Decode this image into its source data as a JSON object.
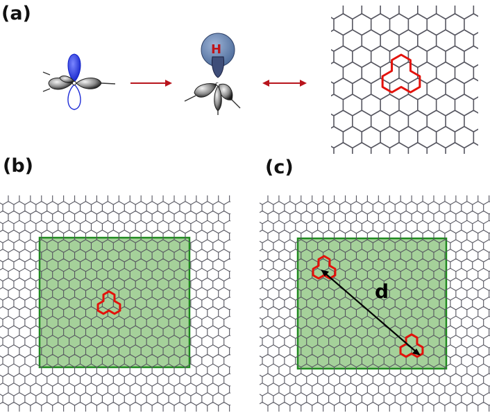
{
  "panels": {
    "a": {
      "label": "(a)"
    },
    "b": {
      "label": "(b)"
    },
    "c": {
      "label": "(c)"
    }
  },
  "orbitals": {
    "hydrogen_label": "H"
  },
  "distance_label": "d",
  "colors": {
    "lattice": "#55555f",
    "defect": "#e3120b",
    "region_fill": "#a5d19a",
    "region_border": "#1f8a1f",
    "arrow": "#b8141c",
    "p_orbital": "#1d2bd6",
    "h_sphere": "#5878a6"
  }
}
